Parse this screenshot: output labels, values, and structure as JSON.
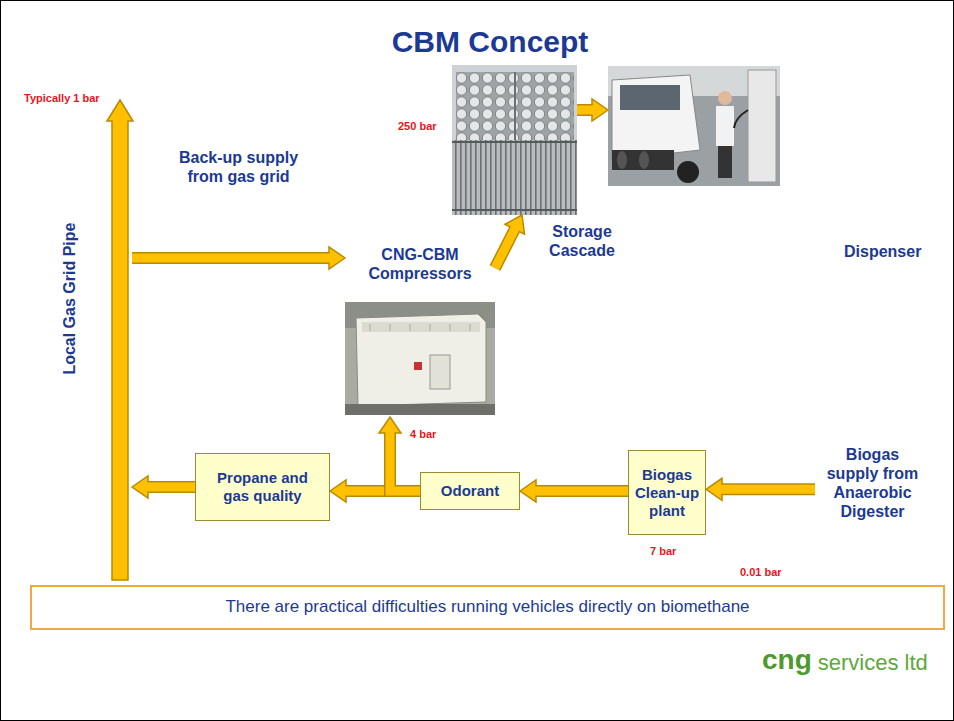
{
  "diagram": {
    "title": "CBM Concept",
    "nodes": [
      {
        "text": [
          "Local Gas Grid Pipe"
        ]
      },
      {
        "text": [
          "CNG-CBM Compressors"
        ]
      },
      {
        "text": [
          "Storage Cascade"
        ]
      },
      {
        "text": [
          "Dispenser"
        ]
      },
      {
        "text": [
          "Propane and gas quality"
        ]
      },
      {
        "text": [
          "Odorant"
        ]
      },
      {
        "text": [
          "Biogas Clean-up plant"
        ]
      },
      {
        "text": [
          "Biogas supply from Anaerobic Digester"
        ]
      },
      {
        "text": [
          "There are practical difficulties running vehicles directly on biomethane"
        ]
      }
    ],
    "edges": [
      {
        "from": 0,
        "to": 1,
        "label": "Back-up supply from gas grid",
        "arrow": "to"
      },
      {
        "from": 1,
        "to": 2,
        "arrow": "to"
      },
      {
        "from": 2,
        "to": 3,
        "arrow": "to"
      },
      {
        "from": 7,
        "to": 6,
        "arrow": "to"
      },
      {
        "from": 6,
        "to": 5,
        "arrow": "to"
      },
      {
        "from": 5,
        "to": 4,
        "arrow": "to"
      },
      {
        "from": 5,
        "to": 1,
        "arrow": "to"
      },
      {
        "from": 4,
        "to": 0,
        "arrow": "to"
      }
    ],
    "labels": [
      "Typically 1 bar",
      "250 bar",
      "4 bar",
      "7 bar",
      "0.01 bar",
      "cng",
      "services ltd"
    ]
  }
}
